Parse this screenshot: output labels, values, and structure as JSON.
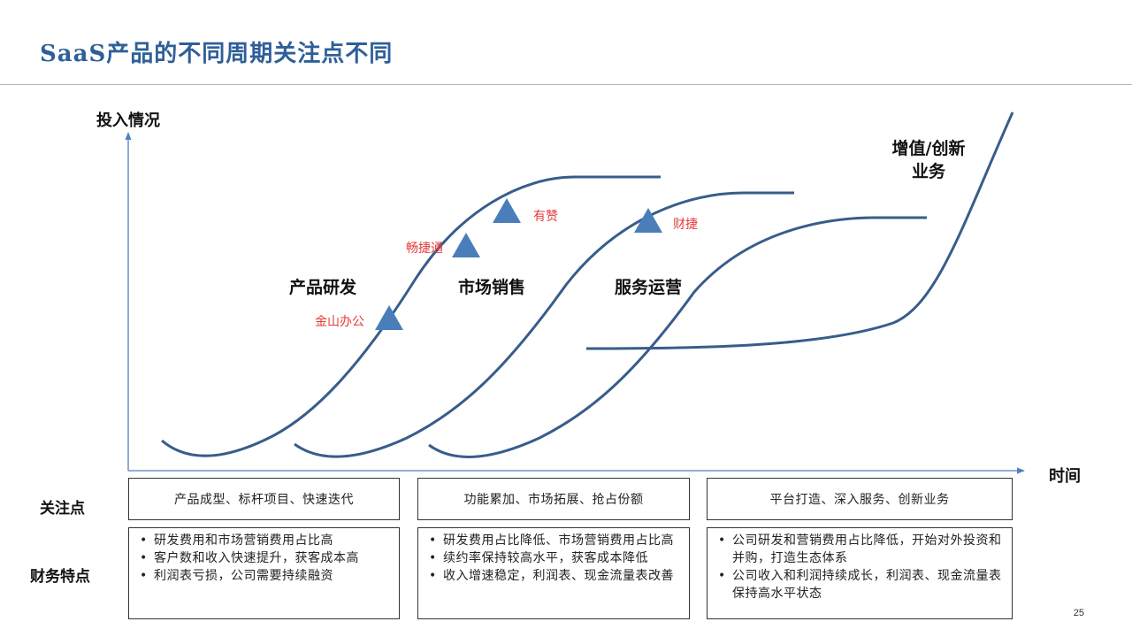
{
  "title": "SaaS产品的不同周期关注点不同",
  "axes": {
    "y_label": "投入情况",
    "x_label": "时间"
  },
  "phases": [
    "产品研发",
    "市场销售",
    "服务运营"
  ],
  "growth_label_line1": "增值/创新",
  "growth_label_line2": "业务",
  "products": [
    "金山办公",
    "畅捷通",
    "有赞",
    "财捷"
  ],
  "rows": {
    "focus": "关注点",
    "finance": "财务特点"
  },
  "focus_points": [
    "产品成型、标杆项目、快速迭代",
    "功能累加、市场拓展、抢占份额",
    "平台打造、深入服务、创新业务"
  ],
  "finance_points": [
    [
      "研发费用和市场营销费用占比高",
      "客户数和收入快速提升，获客成本高",
      "利润表亏损，公司需要持续融资"
    ],
    [
      "研发费用占比降低、市场营销费用占比高",
      "续约率保持较高水平，获客成本降低",
      "收入增速稳定，利润表、现金流量表改善"
    ],
    [
      "公司研发和营销费用占比降低，开始对外投资和并购，打造生态体系",
      "公司收入和利润持续成长，利润表、现金流量表保持高水平状态"
    ]
  ],
  "page_number": "25",
  "colors": {
    "title": "#2f5f98",
    "curve": "#385d8a",
    "marker": "#4a7ebb",
    "axis": "#4f81bd",
    "product_label": "#e63a3a"
  }
}
